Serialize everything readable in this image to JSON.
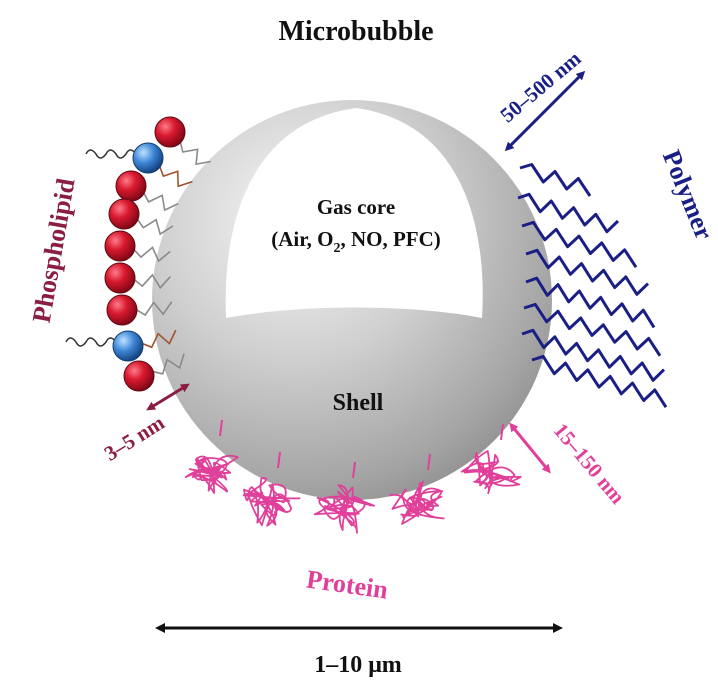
{
  "title": "Microbubble",
  "core": {
    "line1": "Gas core",
    "line2_prefix": "(Air, O",
    "line2_sub": "2",
    "line2_suffix": ", NO, PFC)"
  },
  "shell_label": "Shell",
  "phospholipid": {
    "label": "Phospholipid",
    "thickness": "3–5 nm"
  },
  "polymer": {
    "label": "Polymer",
    "length": "50–500 nm"
  },
  "protein": {
    "label": "Protein",
    "size": "15–150 nm"
  },
  "diameter": "1–10 μm",
  "colors": {
    "phospholipid": "#8b1d45",
    "polymer": "#1a1f86",
    "protein": "#e0409a",
    "head_red": "#c8102e",
    "head_blue": "#3d86d6",
    "shell": "#b7b7b7",
    "text": "#111111"
  }
}
